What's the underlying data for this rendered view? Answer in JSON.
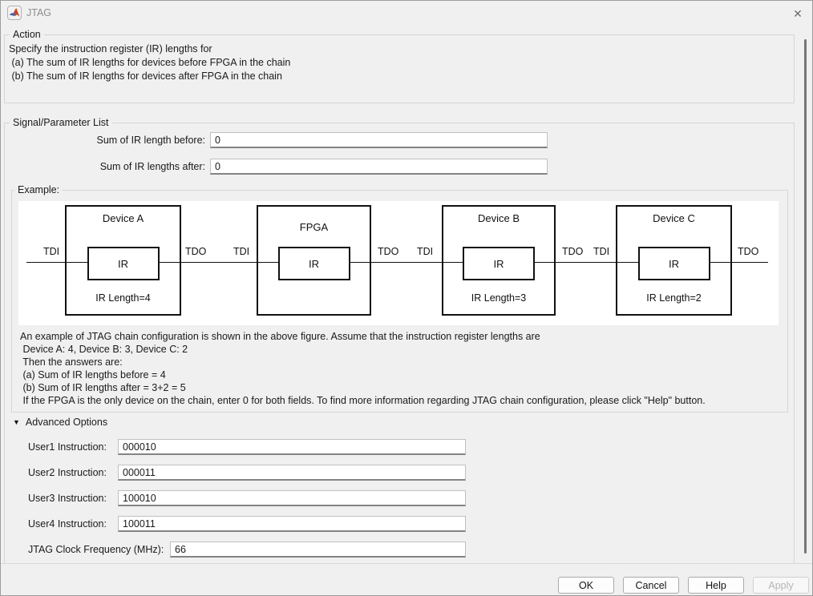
{
  "window": {
    "title": "JTAG",
    "close_glyph": "✕"
  },
  "action": {
    "legend": "Action",
    "line1": "Specify the instruction register (IR) lengths for",
    "line2": " (a) The sum of IR lengths for devices before FPGA in the chain",
    "line3": " (b) The sum of IR lengths for devices after FPGA in the chain"
  },
  "signal_list": {
    "legend": "Signal/Parameter List",
    "fields": [
      {
        "label": "Sum of IR length before:",
        "value": "0"
      },
      {
        "label": "Sum of IR lengths after:",
        "value": "0"
      }
    ]
  },
  "example": {
    "legend": "Example:",
    "devices": [
      {
        "title": "Device A",
        "ir": "IR",
        "length": "IR Length=4"
      },
      {
        "title": "FPGA",
        "ir": "IR",
        "length": ""
      },
      {
        "title": "Device B",
        "ir": "IR",
        "length": "IR Length=3"
      },
      {
        "title": "Device C",
        "ir": "IR",
        "length": "IR Length=2"
      }
    ],
    "wire_labels": [
      "TDI",
      "TDO",
      "TDI",
      "TDO",
      "TDI",
      "TDO",
      "TDI",
      "TDO"
    ],
    "notes": [
      "An example of JTAG chain configuration is shown in the above figure. Assume that the instruction register lengths are",
      " Device A: 4, Device B: 3, Device C: 2",
      " Then the answers are:",
      " (a) Sum of IR lengths before = 4",
      " (b) Sum of IR lengths after = 3+2 = 5",
      " If the FPGA is the only device on the chain, enter 0 for both fields. To find more information regarding JTAG chain configuration, please click \"Help\" button."
    ]
  },
  "advanced": {
    "legend": "Advanced Options",
    "collapse_glyph": "▼",
    "fields": [
      {
        "label": "User1 Instruction:",
        "value": "000010"
      },
      {
        "label": "User2 Instruction:",
        "value": "000011"
      },
      {
        "label": "User3 Instruction:",
        "value": "100010"
      },
      {
        "label": "User4 Instruction:",
        "value": "100011"
      },
      {
        "label": "JTAG Clock Frequency (MHz):",
        "value": "66"
      }
    ]
  },
  "footer": {
    "ok": "OK",
    "cancel": "Cancel",
    "help": "Help",
    "apply": "Apply"
  },
  "colors": {
    "window_bg": "#f0f0f0",
    "groupbox_border": "#d5d5d5",
    "diagram_ink": "#111111",
    "logo_orange": "#d1441e",
    "logo_blue": "#3b5aa9"
  }
}
